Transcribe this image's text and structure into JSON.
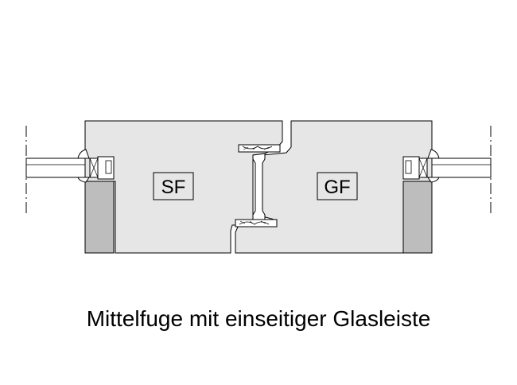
{
  "labels": {
    "left_sash": "SF",
    "right_sash": "GF"
  },
  "caption": "Mittelfuge mit einseitiger Glasleiste",
  "colors": {
    "frame_fill": "#e6e6e6",
    "glazing_bead_fill": "#bdbdbd",
    "glass_fill": "#ffffff",
    "line": "#000000"
  }
}
